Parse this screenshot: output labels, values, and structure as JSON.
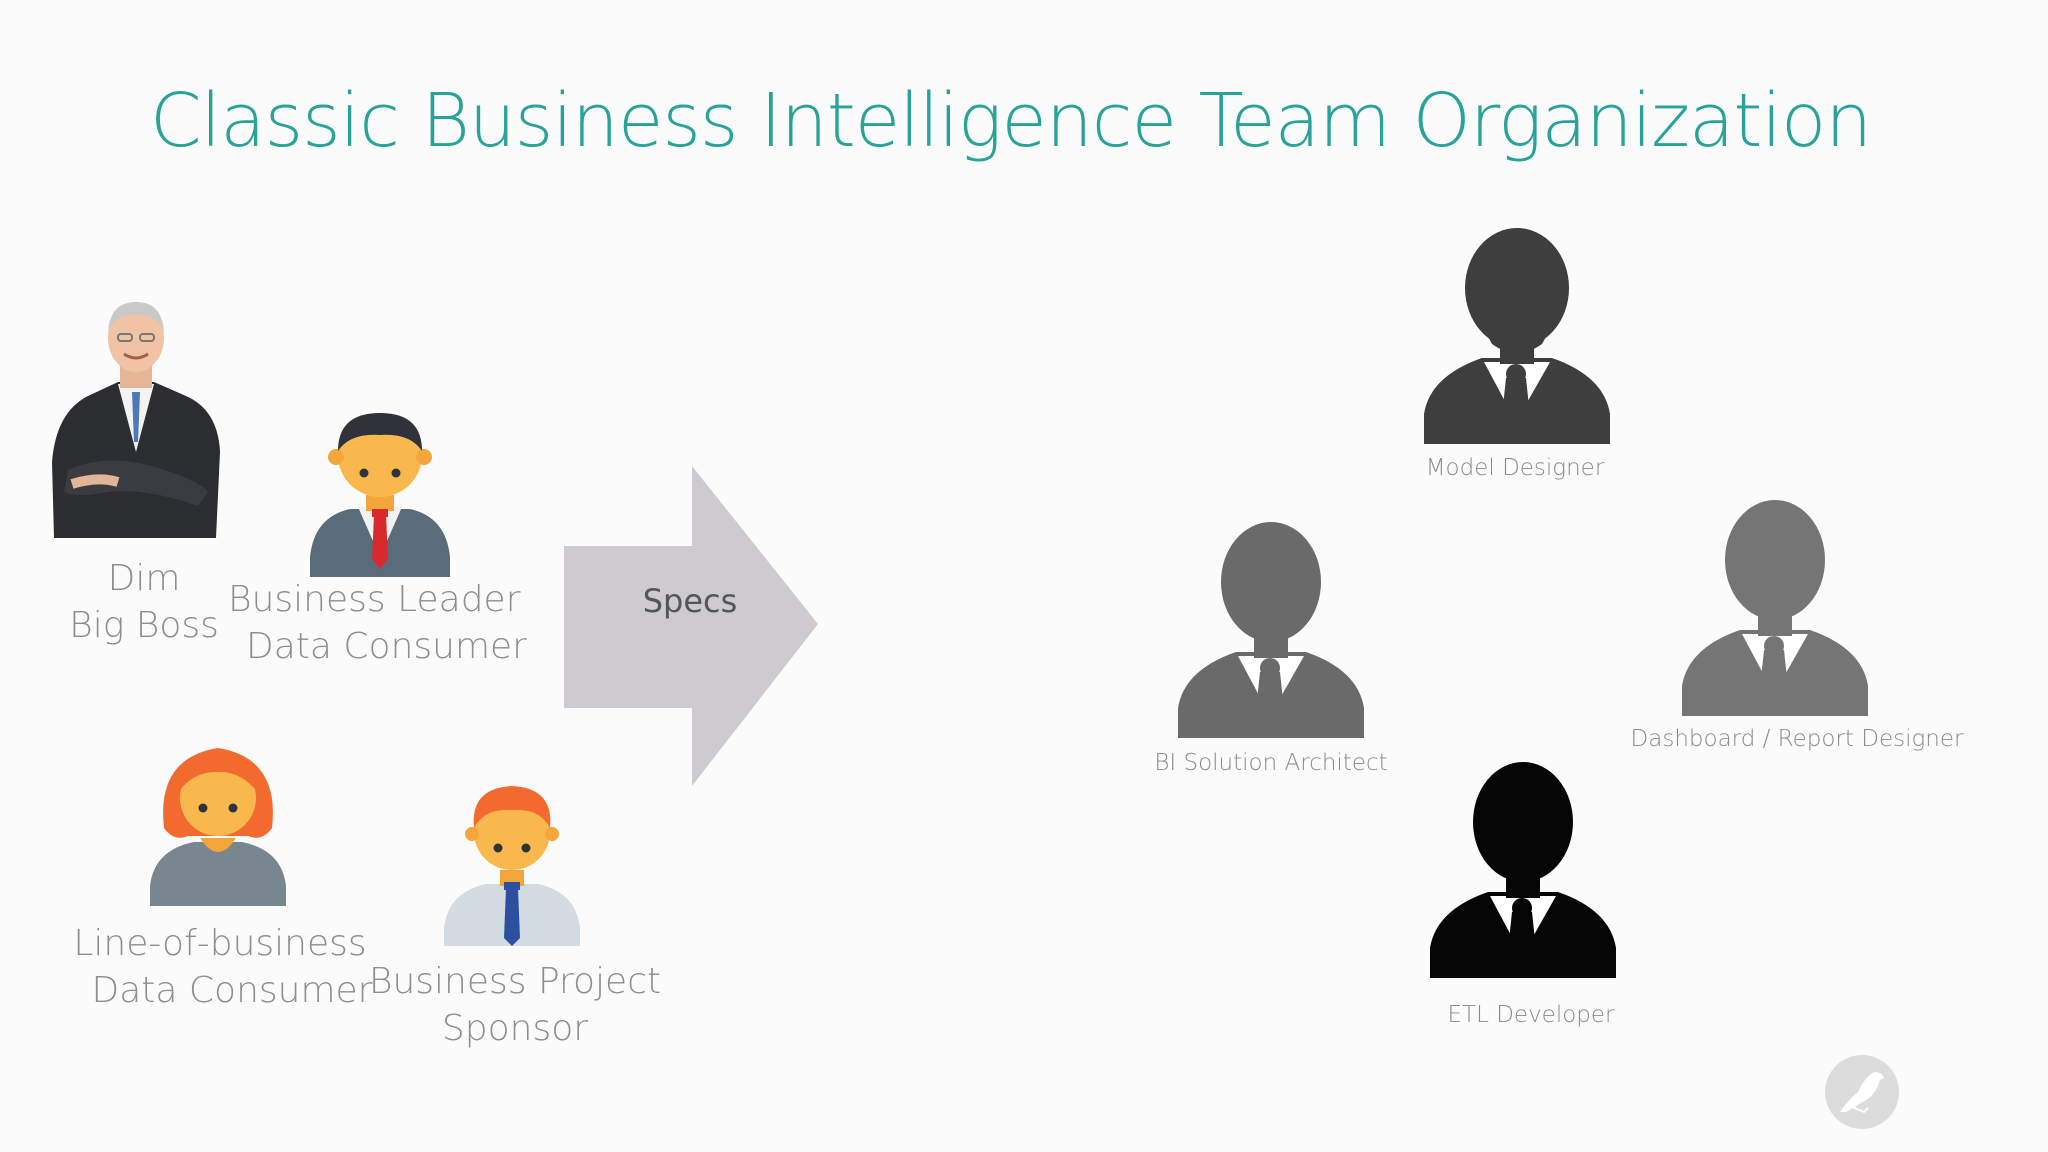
{
  "slide": {
    "title": "Classic Business Intelligence Team Organization"
  },
  "business_side": [
    {
      "line1": "Dim",
      "line2": "Big Boss",
      "icon": "executive-photo"
    },
    {
      "line1": "Business Leader",
      "line2": "Data Consumer",
      "icon": "man-red-tie-icon"
    },
    {
      "line1": "Line-of-business",
      "line2": "Data Consumer",
      "icon": "woman-icon"
    },
    {
      "line1": "Business Project",
      "line2": "Sponsor",
      "icon": "man-blue-tie-icon"
    }
  ],
  "arrow": {
    "label": "Specs",
    "color": "#cdcbcf"
  },
  "bi_team": [
    {
      "label": "Model Designer",
      "color": "#3e3e3e"
    },
    {
      "label": "BI Solution Architect",
      "color": "#6a6a6a"
    },
    {
      "label": "Dashboard / Report Designer",
      "color": "#757575"
    },
    {
      "label": "ETL Developer",
      "color": "#050505"
    }
  ],
  "colors": {
    "title": "#27a39a",
    "label": "#8e8e8e"
  }
}
